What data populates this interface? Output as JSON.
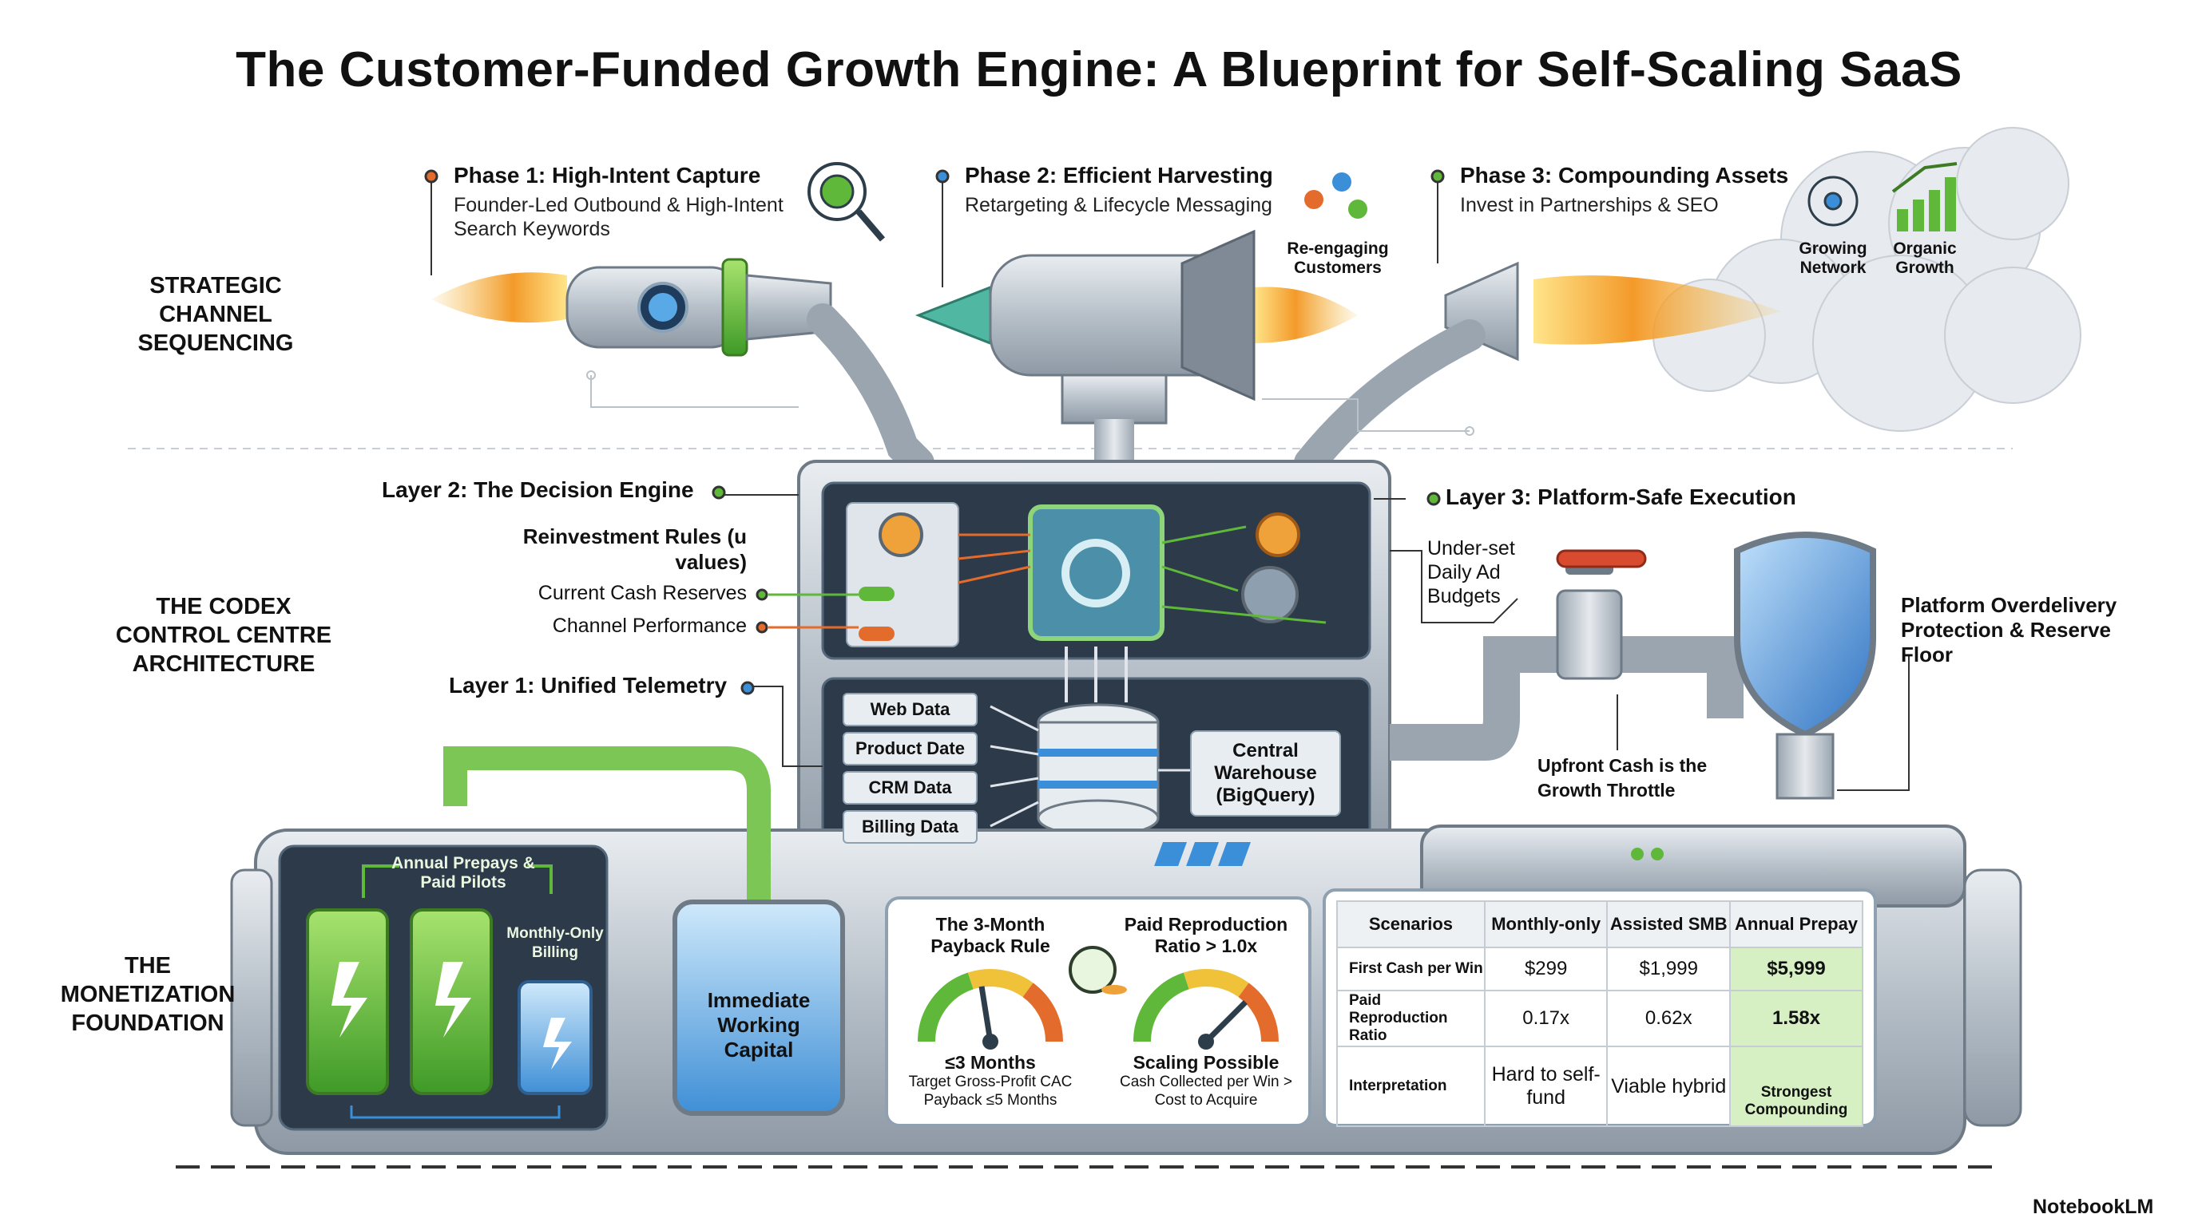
{
  "title": "The Customer-Funded Growth Engine: A Blueprint for Self-Scaling SaaS",
  "sections": {
    "strategic": "STRATEGIC CHANNEL SEQUENCING",
    "codex": "THE CODEX CONTROL CENTRE ARCHITECTURE",
    "monetization": "THE MONETIZATION FOUNDATION"
  },
  "phases": [
    {
      "title": "Phase 1: High-Intent Capture",
      "subtitle_line1": "Founder-Led Outbound & High-Intent",
      "subtitle_line2": "Search Keywords"
    },
    {
      "title": "Phase 2: Efficient Harvesting",
      "subtitle_line1": "Retargeting & Lifecycle Messaging",
      "icon_label": "Re-engaging Customers"
    },
    {
      "title": "Phase 3: Compounding Assets",
      "subtitle_line1": "Invest in Partnerships & SEO",
      "icon_label_1": "Growing Network",
      "icon_label_2": "Organic Growth"
    }
  ],
  "layers": {
    "layer2": "Layer 2: The Decision Engine",
    "layer3": "Layer 3: Platform-Safe Execution",
    "layer1": "Layer 1: Unified Telemetry"
  },
  "decision_engine": {
    "rules_title": "Reinvestment Rules (u values)",
    "inputs": [
      "Current Cash Reserves",
      "Channel Performance"
    ]
  },
  "telemetry": {
    "sources": [
      "Web Data",
      "Product Date",
      "CRM Data",
      "Billing Data"
    ],
    "warehouse": "Central Warehouse (BigQuery)"
  },
  "execution": {
    "budgets": "Under-set Daily Ad Budgets",
    "throttle": "Upfront Cash is the Growth Throttle",
    "protection": "Platform Overdelivery Protection & Reserve Floor"
  },
  "monetization": {
    "prepays": "Annual Prepays & Paid Pilots",
    "monthly": "Monthly-Only Billing",
    "capital": "Immediate Working Capital"
  },
  "gauges": [
    {
      "title": "The 3-Month Payback Rule",
      "value": "≤3 Months",
      "sub": "Target Gross-Profit CAC Payback ≤5 Months",
      "reading": 0.45
    },
    {
      "title": "Paid Reproduction Ratio > 1.0x",
      "value": "Scaling Possible",
      "sub": "Cash Collected per Win > Cost to Acquire",
      "reading": 0.75
    }
  ],
  "table": {
    "headers": [
      "Scenarios",
      "Monthly-only",
      "Assisted SMB",
      "Annual Prepay"
    ],
    "rows": [
      [
        "First Cash per Win",
        "$299",
        "$1,999",
        "$5,999"
      ],
      [
        "Paid Reproduction Ratio",
        "0.17x",
        "0.62x",
        "1.58x"
      ],
      [
        "Interpretation",
        "Hard to self-fund",
        "Viable hybrid",
        "Strongest Compounding"
      ]
    ]
  },
  "watermark": "NotebookLM",
  "colors": {
    "accent_green": "#5fb83a",
    "accent_orange": "#e36b2c",
    "accent_blue": "#3a8fd8",
    "machine_gray": "#b9c1c9",
    "panel_dark": "#2c3a4a"
  }
}
